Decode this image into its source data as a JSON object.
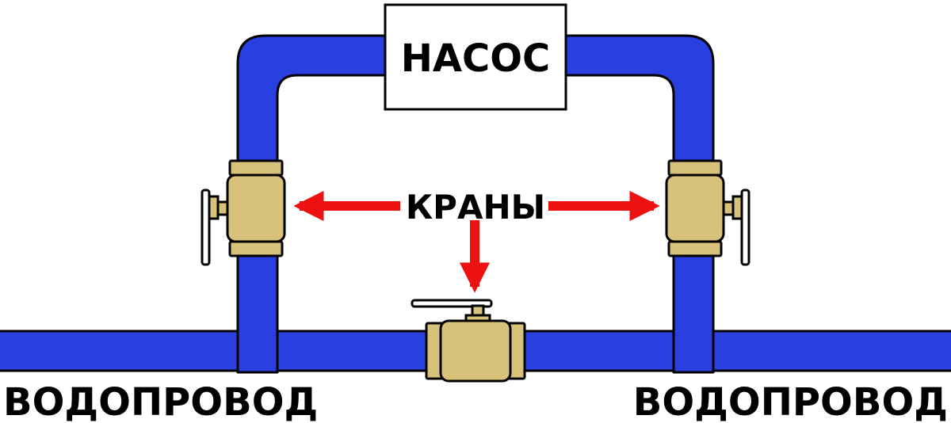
{
  "labels": {
    "pump": "НАСОС",
    "valves": "КРАНЫ",
    "pipe_left": "ВОДОПРОВОД",
    "pipe_right": "ВОДОПРОВОД"
  },
  "colors": {
    "pipe": "#2a3fe0",
    "pipe_outline": "#000000",
    "valve_body": "#d8c27a",
    "arrow": "#ee1111",
    "pump_box": "#ffffff"
  },
  "icons": {
    "valve": "ball-valve-icon",
    "arrow": "arrow-icon"
  }
}
